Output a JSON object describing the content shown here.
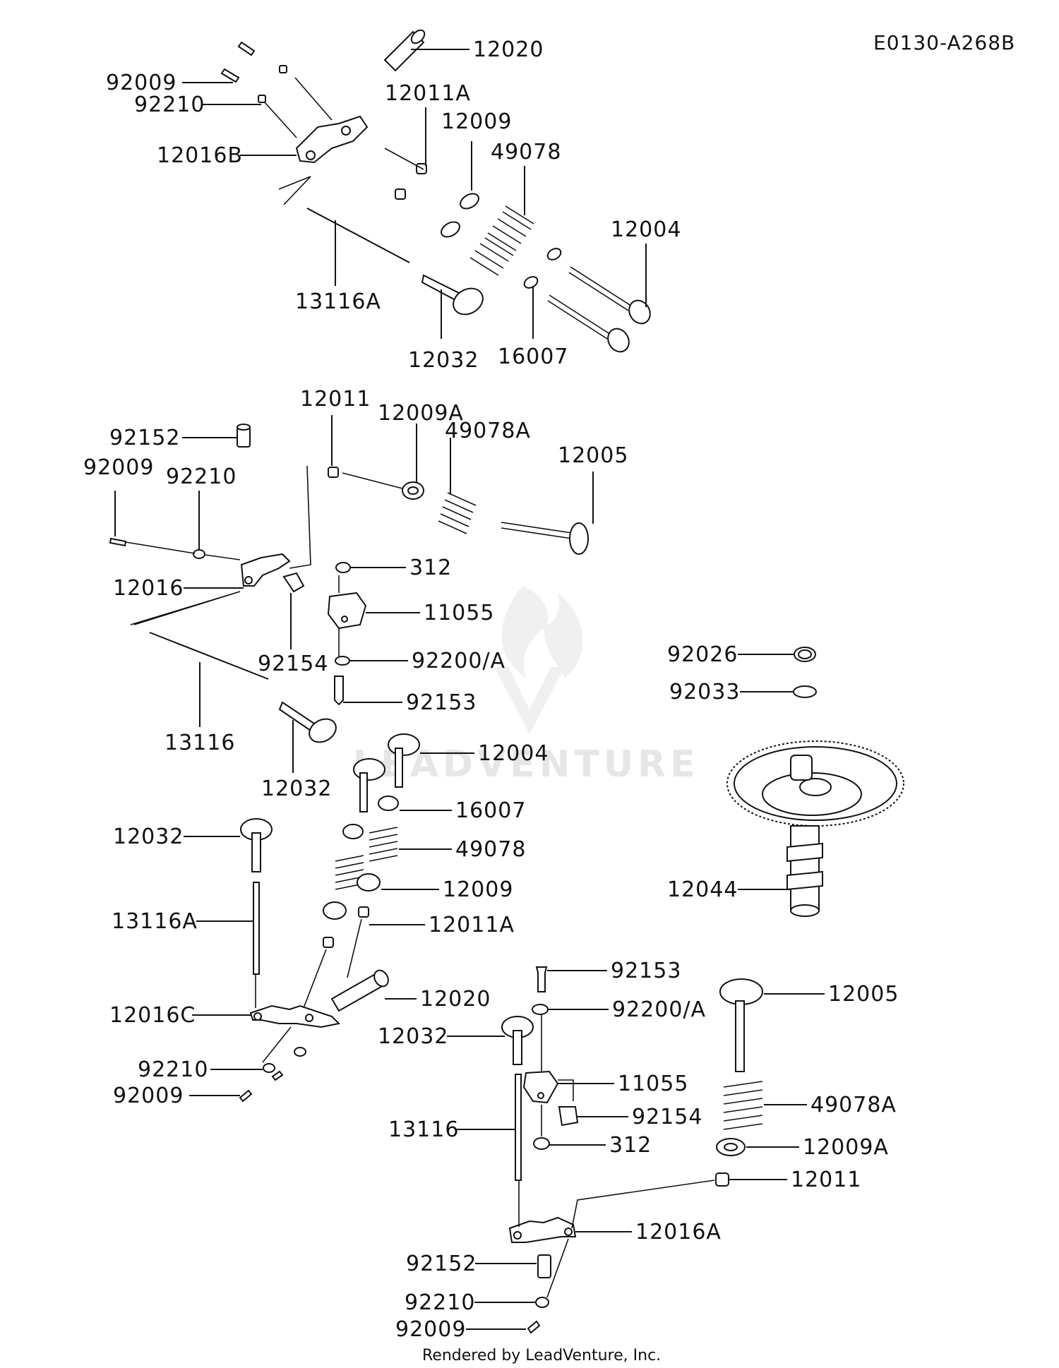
{
  "diagram_code": "E0130-A268B",
  "credit": "Rendered by LeadVenture, Inc.",
  "watermark": "LEADVENTURE",
  "callouts": [
    "12020",
    "92009",
    "92210",
    "12016B",
    "12011A",
    "12009",
    "49078",
    "12004",
    "13116A",
    "12032",
    "16007",
    "92152",
    "12011",
    "12009A",
    "49078A",
    "12005",
    "92009",
    "92210",
    "12016",
    "312",
    "11055",
    "92154",
    "92200/A",
    "92153",
    "13116",
    "12032",
    "92026",
    "92033",
    "12044",
    "12004",
    "16007",
    "12032",
    "49078",
    "12009",
    "13116A",
    "12011A",
    "12020",
    "12016C",
    "92210",
    "92009",
    "92153",
    "12005",
    "92200/A",
    "12032",
    "11055",
    "92154",
    "49078A",
    "13116",
    "312",
    "12009A",
    "12011",
    "12016A",
    "92152",
    "92210",
    "92009"
  ]
}
